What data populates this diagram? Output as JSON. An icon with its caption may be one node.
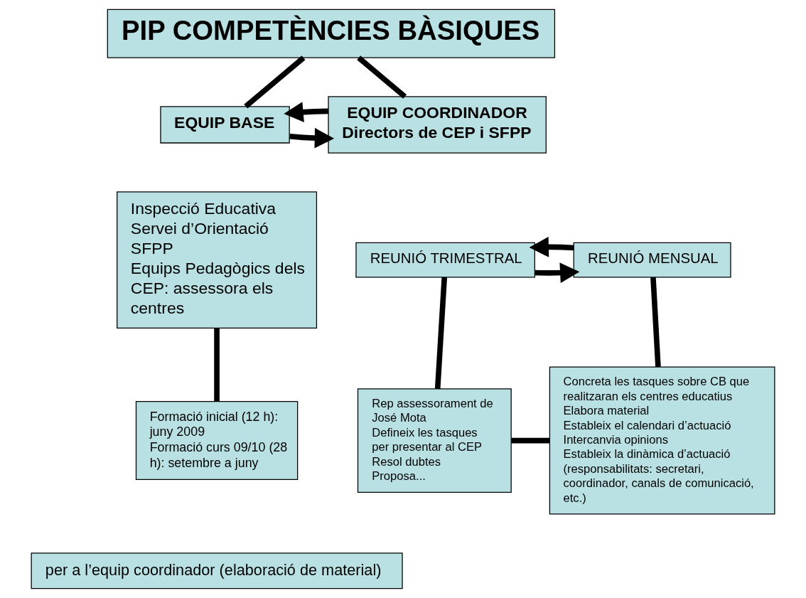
{
  "diagram": {
    "nodes": [
      {
        "text": [
          "PIP COMPETÈNCIES BÀSIQUES"
        ]
      },
      {
        "text": [
          "EQUIP BASE"
        ]
      },
      {
        "text": [
          "EQUIP COORDINADOR",
          "Directors de CEP i SFPP"
        ]
      },
      {
        "text": [
          "Inspecció Educativa",
          "Servei d’Orientació",
          "SFPP",
          "Equips Pedagògics dels CEP: assessora els centres"
        ]
      },
      {
        "text": [
          "Formació inicial (12 h): juny 2009",
          "Formació curs 09/10 (28 h): setembre a juny"
        ]
      },
      {
        "text": [
          "REUNIÓ TRIMESTRAL"
        ]
      },
      {
        "text": [
          "REUNIÓ MENSUAL"
        ]
      },
      {
        "text": [
          "Rep assessorament de José Mota",
          "Defineix les tasques per presentar al CEP",
          "Resol dubtes",
          "Proposa..."
        ]
      },
      {
        "text": [
          "Concreta les tasques sobre CB que realitzaran els centres educatius",
          "Elabora material",
          "Estableix el calendari d’actuació",
          "Intercanvia opinions",
          "Estableix la dinàmica d’actuació (responsabilitats: secretari, coordinador, canals de comunicació, etc.)"
        ]
      },
      {
        "text": [
          "per a l’equip coordinador (elaboració de material)"
        ]
      }
    ],
    "edges": [
      {
        "from": 0,
        "to": 1,
        "arrow": "none"
      },
      {
        "from": 0,
        "to": 2,
        "arrow": "none"
      },
      {
        "from": 1,
        "to": 2,
        "arrow": "to"
      },
      {
        "from": 2,
        "to": 1,
        "arrow": "to"
      },
      {
        "from": 3,
        "to": 4,
        "arrow": "none"
      },
      {
        "from": 5,
        "to": 6,
        "arrow": "to"
      },
      {
        "from": 6,
        "to": 5,
        "arrow": "to"
      },
      {
        "from": 5,
        "to": 7,
        "arrow": "none"
      },
      {
        "from": 7,
        "to": 8,
        "arrow": "none"
      },
      {
        "from": 6,
        "to": 8,
        "arrow": "none"
      }
    ]
  }
}
